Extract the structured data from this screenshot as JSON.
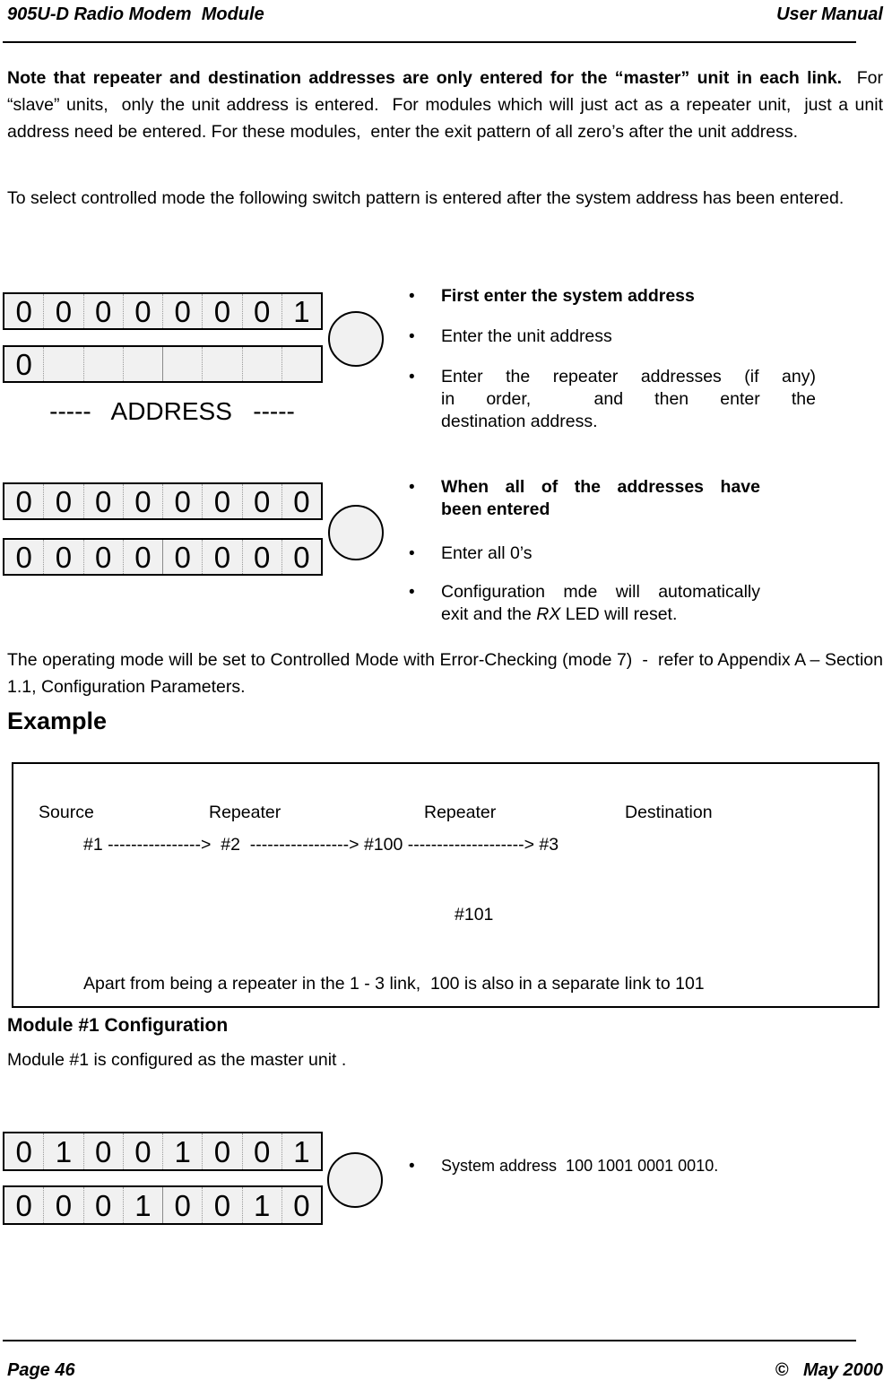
{
  "header": {
    "left": "905U-D Radio Modem  Module",
    "right": "User Manual"
  },
  "paragraphs": {
    "p1_bold": "Note that repeater and destination addresses are only entered for the “master” unit in each link.",
    "p1_rest": "  For “slave” units,  only the unit address is entered.  For modules which will just act as a repeater unit,  just a unit address need be entered. For these modules,  enter the exit pattern of all zero’s after the unit address.",
    "p2": "To select controlled mode the following switch pattern is entered after the system address has been entered.",
    "p3": "The operating mode will be set to Controlled Mode with Error-Checking (mode 7)  -  refer to Appendix A – Section 1.1, Configuration Parameters."
  },
  "diagrams": {
    "d1": {
      "row1": [
        "0",
        "0",
        "0",
        "0",
        "0",
        "0",
        "0",
        "1"
      ],
      "row2": [
        "0",
        "",
        "",
        "",
        "",
        "",
        "",
        ""
      ],
      "caption": "-----   ADDRESS   -----"
    },
    "d2": {
      "row1": [
        "0",
        "0",
        "0",
        "0",
        "0",
        "0",
        "0",
        "0"
      ],
      "row2": [
        "0",
        "0",
        "0",
        "0",
        "0",
        "0",
        "0",
        "0"
      ]
    },
    "d3": {
      "row1": [
        "0",
        "1",
        "0",
        "0",
        "1",
        "0",
        "0",
        "1"
      ],
      "row2": [
        "0",
        "0",
        "0",
        "1",
        "0",
        "0",
        "1",
        "0"
      ]
    }
  },
  "bullets1": {
    "i1": "First enter the system address",
    "i2": "Enter the unit address",
    "i3_l1": "Enter the repeater addresses (if any)",
    "i3_l2": "in order,  and then enter the",
    "i3_l3": "destination address."
  },
  "bullets2": {
    "i1_l1": "When all of the addresses have",
    "i1_l2": "been entered",
    "i2": "Enter all 0’s",
    "i3_l1": "Configuration mde will automatically",
    "i3_l2_pre": "exit and the ",
    "i3_l2_it": "RX",
    "i3_l2_post": " LED will reset."
  },
  "example": {
    "heading": "Example",
    "labels": [
      "Source",
      "Repeater",
      "Repeater",
      "Destination"
    ],
    "flow": "#1 ---------------->  #2  -----------------> #100 --------------------> #3",
    "branch": "#101",
    "note": "Apart from being a repeater in the 1 - 3 link,  100 is also in a separate link to 101"
  },
  "module1": {
    "heading": "Module #1 Configuration",
    "body": "Module #1 is configured as the master unit ."
  },
  "bullets3": {
    "i1": "System address  100 1001 0001 0010."
  },
  "footer": {
    "left": "Page 46",
    "right": "©   May 2000"
  },
  "colors": {
    "ink": "#000000",
    "switch_fill": "#f1f1f1"
  }
}
